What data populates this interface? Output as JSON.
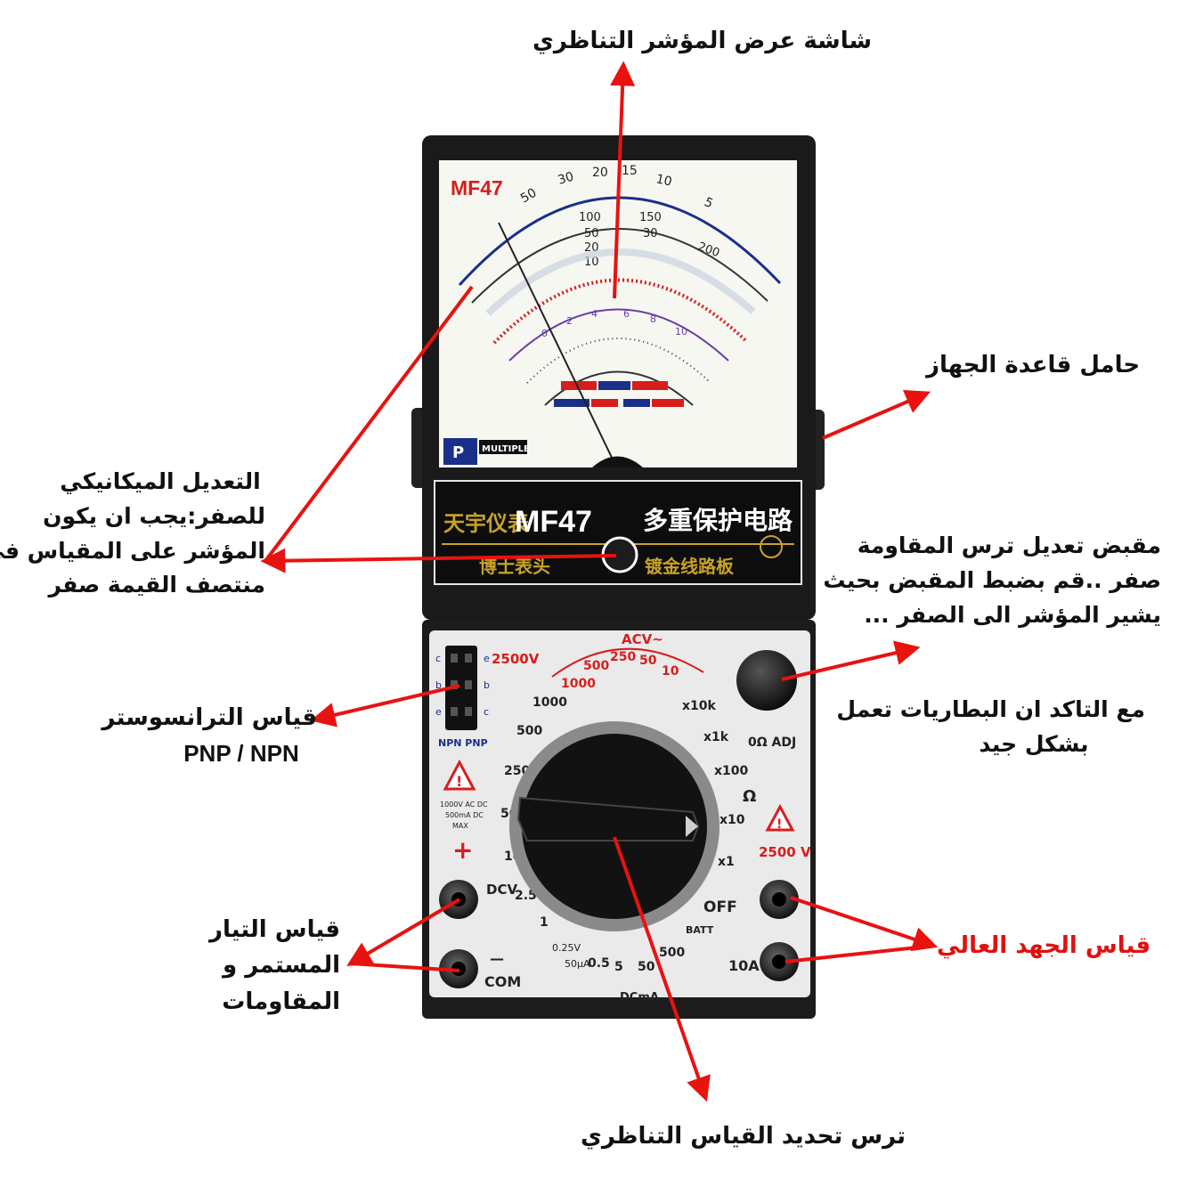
{
  "annotations": {
    "display_screen": "شاشة عرض المؤشر التناظري",
    "base_holder": "حامل قاعدة الجهاز",
    "zero_adjust_lines": [
      "التعديل الميكانيكي",
      "للصفر:يجب ان يكون",
      "المؤشر على المقياس في",
      "منتصف القيمة صفر"
    ],
    "ohm_adjust_lines": [
      "مقبض تعديل ترس المقاومة",
      "صفر ..قم بضبط المقبض بحيث",
      "يشير المؤشر الى الصفر ..."
    ],
    "battery_note_lines": [
      "مع التاكد ان البطاريات تعمل",
      "بشكل جيد"
    ],
    "transistor_title": "قياس الترانسوستر",
    "transistor_types": "PNP / NPN",
    "dc_current_lines": [
      "قياس التيار",
      "المستمر و",
      "المقاومات"
    ],
    "high_voltage": "قياس الجهد العالي",
    "selector": "ترس تحديد القياس التناظري"
  },
  "device": {
    "model": "MF47",
    "brand_cn": "天宇仪表",
    "protection_cn": "多重保护电路",
    "subtitle_cn": "博士表头",
    "board_cn": "镀金线路板",
    "multiple_label": "MULTIPLE",
    "dial_top": [
      "50",
      "30",
      "20",
      "15",
      "10",
      "5"
    ],
    "dial_mid": [
      "100",
      "50",
      "20",
      "10",
      "150",
      "30",
      "200"
    ],
    "dial_inner": [
      "0",
      "2",
      "4",
      "6",
      "8",
      "10"
    ],
    "acv_label": "ACV~",
    "acv_ranges": [
      "1000",
      "500",
      "250",
      "50",
      "10"
    ],
    "v2500_label": "2500V",
    "dcv_label": "DCV",
    "dcv_ranges": [
      "1000",
      "500",
      "250",
      "50",
      "10",
      "2.5",
      "1"
    ],
    "ohm_symbol": "Ω",
    "ohm_ranges": [
      "x10k",
      "x1k",
      "x100",
      "x10",
      "x1"
    ],
    "off_label": "OFF",
    "batt_label": "BATT",
    "ohm_adj_label": "0Ω ADJ",
    "dcma_label": "DCmA",
    "dcma_ranges": [
      "0.25V",
      "50μA",
      "0.5",
      "5",
      "50",
      "500"
    ],
    "com_label": "COM",
    "a10_label": "10A",
    "v2500_right": "2500 V",
    "npn_pnp": "NPN PNP",
    "spec_lines": [
      "1000V AC DC",
      "500mA DC",
      "MAX"
    ],
    "plus_sign": "+",
    "minus_sign": "—",
    "warning_glyph": "!",
    "hfe_letters": [
      "c",
      "b",
      "e"
    ]
  },
  "colors": {
    "annotation_text": "#111111",
    "accent_red": "#e01010",
    "arrow_red": "#e8120f",
    "scale_blue": "#1a2f8a",
    "scale_red": "#d81d1d",
    "scale_purple": "#6a3ca8",
    "body_black": "#1a1a1a"
  }
}
